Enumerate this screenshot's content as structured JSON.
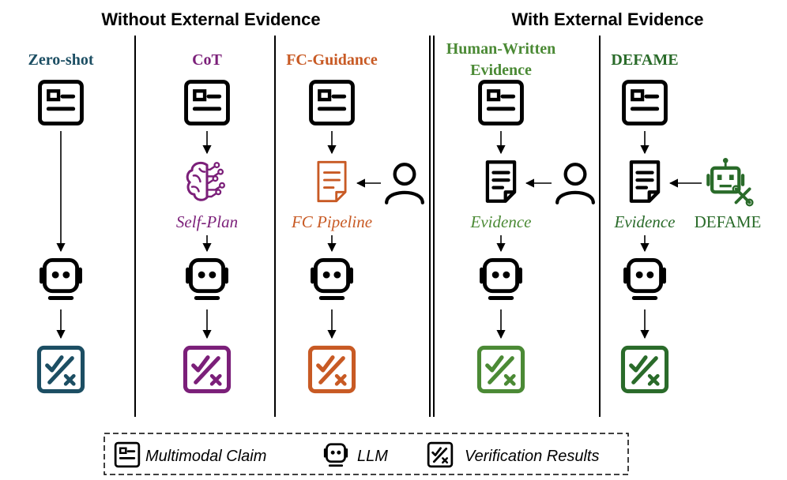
{
  "headers": {
    "without": "Without External Evidence",
    "with": "With External Evidence"
  },
  "columns": [
    {
      "id": "zero-shot",
      "title": [
        "Zero-shot"
      ],
      "color": "#1c4e63"
    },
    {
      "id": "cot",
      "title": [
        "CoT"
      ],
      "color": "#7b1f79",
      "intermediate": {
        "label": "Self-Plan",
        "icon": "brain-circuit-icon"
      }
    },
    {
      "id": "fc-guidance",
      "title": [
        "FC-Guidance"
      ],
      "color": "#c85a24",
      "intermediate": {
        "label": "FC Pipeline",
        "icon": "document-icon"
      },
      "side": {
        "icon": "person-icon"
      }
    },
    {
      "id": "human-written",
      "title": [
        "Human-Written",
        "Evidence"
      ],
      "color": "#4b8a35",
      "intermediate": {
        "label": "Evidence",
        "icon": "document-icon"
      },
      "side": {
        "icon": "person-icon"
      }
    },
    {
      "id": "defame",
      "title": [
        "DEFAME"
      ],
      "color": "#2a6b2a",
      "intermediate": {
        "label": "Evidence",
        "icon": "document-icon"
      },
      "side": {
        "icon": "robot-tools-icon",
        "label": "DEFAME"
      }
    }
  ],
  "legend": [
    {
      "icon": "multimodal-claim-icon",
      "label": "Multimodal Claim"
    },
    {
      "icon": "llm-icon",
      "label": "LLM"
    },
    {
      "icon": "verification-results-icon",
      "label": "Verification Results"
    }
  ],
  "colors": {
    "ink": "#000000"
  }
}
